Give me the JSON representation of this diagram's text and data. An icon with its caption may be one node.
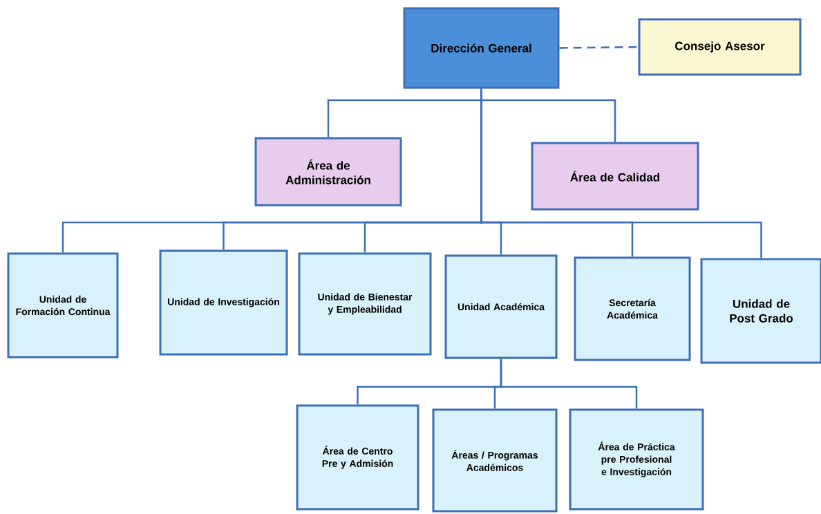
{
  "diagram": {
    "nodes": [
      {
        "text": [
          "Dirección General"
        ]
      },
      {
        "text": [
          "Consejo Asesor"
        ]
      },
      {
        "text": [
          "Área de Administración"
        ]
      },
      {
        "text": [
          "Área de Calidad"
        ]
      },
      {
        "text": [
          "Unidad de Formación Continua"
        ]
      },
      {
        "text": [
          "Unidad de Investigación"
        ]
      },
      {
        "text": [
          "Unidad de Bienestar y Empleabilidad"
        ]
      },
      {
        "text": [
          "Unidad Académica"
        ]
      },
      {
        "text": [
          "Secretaría Académica"
        ]
      },
      {
        "text": [
          "Unidad de Post Grado"
        ]
      },
      {
        "text": [
          "Área de Centro Pre y Admisión"
        ]
      },
      {
        "text": [
          "Áreas / Programas Académicos"
        ]
      },
      {
        "text": [
          "Área de Práctica pre Profesional e Investigación"
        ]
      }
    ],
    "edges": [
      {
        "from": 0,
        "to": 1,
        "arrow": "none",
        "style": "dashed"
      },
      {
        "from": 0,
        "to": 2,
        "arrow": "none"
      },
      {
        "from": 0,
        "to": 3,
        "arrow": "none"
      },
      {
        "from": 0,
        "to": 4,
        "arrow": "none"
      },
      {
        "from": 0,
        "to": 5,
        "arrow": "none"
      },
      {
        "from": 0,
        "to": 6,
        "arrow": "none"
      },
      {
        "from": 0,
        "to": 7,
        "arrow": "none"
      },
      {
        "from": 0,
        "to": 8,
        "arrow": "none"
      },
      {
        "from": 0,
        "to": 9,
        "arrow": "none"
      },
      {
        "from": 7,
        "to": 10,
        "arrow": "none"
      },
      {
        "from": 7,
        "to": 11,
        "arrow": "none"
      },
      {
        "from": 7,
        "to": 12,
        "arrow": "none"
      }
    ]
  }
}
